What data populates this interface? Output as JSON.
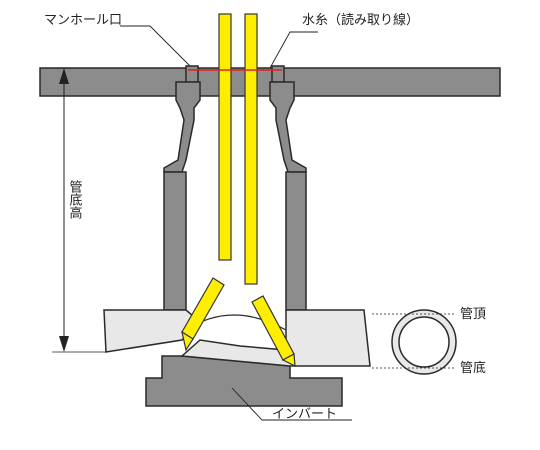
{
  "labels": {
    "manhole_opening": "マンホール口",
    "water_line": "水糸（読み取り線）",
    "pipe_bottom_height": "管底高",
    "pipe_top": "管頂",
    "pipe_bottom": "管底",
    "invert": "インバート"
  },
  "colors": {
    "structure_fill": "#8c8c8c",
    "structure_stroke": "#2a2a2a",
    "pipe_fill": "#e8e8e8",
    "rod_fill": "#ffee00",
    "rod_stroke": "#333333",
    "water_line": "#e0201c",
    "background": "#ffffff"
  }
}
